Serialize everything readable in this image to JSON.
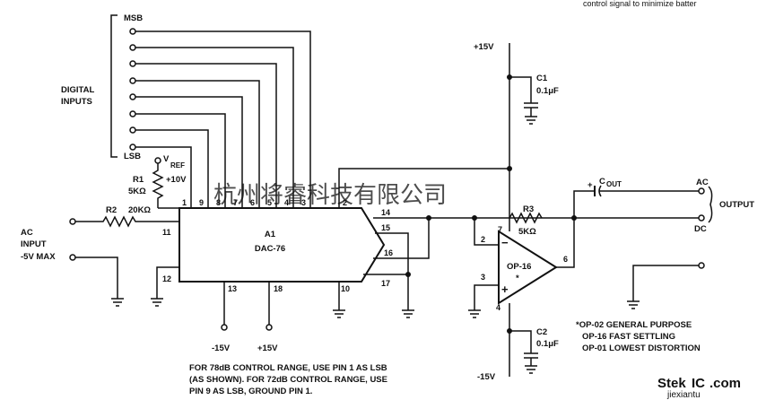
{
  "top_fragment": "control signal to minimize batter",
  "digital_inputs": {
    "msb": "MSB",
    "lsb": "LSB",
    "title_line1": "DIGITAL",
    "title_line2": "INPUTS"
  },
  "vref": {
    "v": "V",
    "sub": "REF",
    "voltage": "+10V"
  },
  "r1": {
    "name": "R1",
    "value": "5KΩ"
  },
  "r2": {
    "name": "R2",
    "value": "20KΩ"
  },
  "r3": {
    "name": "R3",
    "value": "5KΩ"
  },
  "ac_input": {
    "line1": "AC",
    "line2": "INPUT",
    "line3": "-5V MAX"
  },
  "dac": {
    "ref": "A1",
    "part": "DAC-76",
    "pins": {
      "p1": "1",
      "p9": "9",
      "p8": "8",
      "p7": "7",
      "p6": "6",
      "p5": "5",
      "p4": "4",
      "p3": "3",
      "p2": "2",
      "p11": "11",
      "p12": "12",
      "p13": "13",
      "p18": "18",
      "p10": "10",
      "p14": "14",
      "p15": "15",
      "p16": "16",
      "p17": "17"
    },
    "supply_neg": "-15V",
    "supply_pos": "+15V"
  },
  "opamp": {
    "part": "OP-16",
    "star": "*",
    "pins": {
      "p2": "2",
      "p3": "3",
      "p4": "4",
      "p6": "6",
      "p7": "7"
    },
    "minus": "−",
    "plus": "+"
  },
  "supply_top": "+15V",
  "supply_bottom": "-15V",
  "c1": {
    "name": "C1",
    "value": "0.1μF"
  },
  "c2": {
    "name": "C2",
    "value": "0.1μF"
  },
  "cout": {
    "c": "C",
    "sub": "OUT",
    "plus": "+"
  },
  "outputs": {
    "ac": "AC",
    "dc": "DC",
    "label": "OUTPUT"
  },
  "footnote": {
    "line1": "*OP-02 GENERAL PURPOSE",
    "line2": "OP-16 FAST SETTLING",
    "line3": "OP-01 LOWEST DISTORTION"
  },
  "note": {
    "line1": "FOR 78dB CONTROL RANGE, USE PIN 1 AS LSB",
    "line2": "(AS SHOWN). FOR 72dB CONTROL RANGE, USE",
    "line3": "PIN 9 AS LSB, GROUND PIN 1."
  },
  "watermark": "杭州将睿科技有限公司",
  "logo": {
    "part1": "Stek",
    "part2": "IC",
    "part3": ".com",
    "sub": "jiexiantu"
  }
}
